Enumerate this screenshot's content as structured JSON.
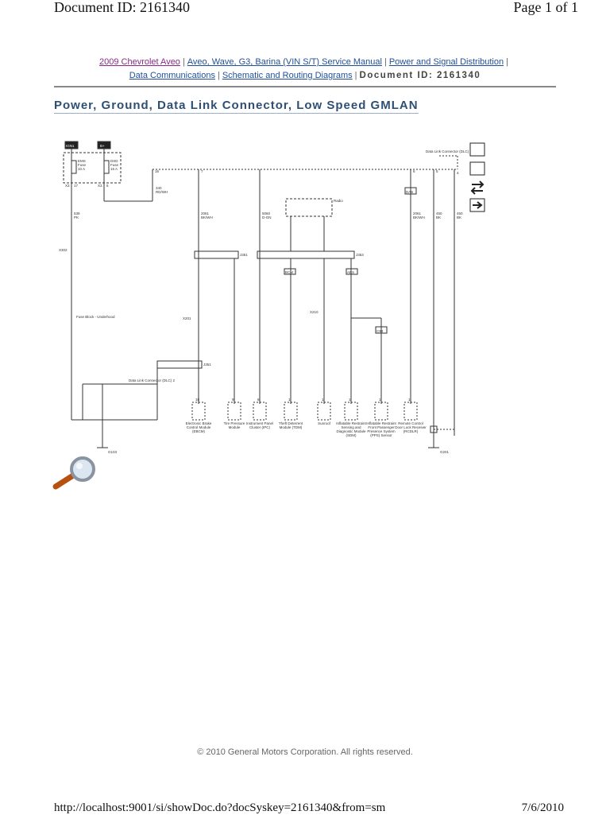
{
  "header": {
    "document_id": "Document ID: 2161340",
    "page": "Page 1 of 1"
  },
  "breadcrumb": {
    "items": [
      "2009 Chevrolet Aveo",
      "Aveo, Wave, G3, Barina (VIN S/T) Service Manual",
      "Power and Signal Distribution",
      "Data Communications",
      "Schematic and Routing Diagrams"
    ],
    "document_id": "Document ID: 2161340",
    "separator": "|"
  },
  "title": "Power, Ground, Data Link Connector, Low Speed GMLAN",
  "diagram": {
    "top_boxes": [
      "IGN1",
      "B+"
    ],
    "fuses": [
      {
        "name": "EMS",
        "line2": "Fuse",
        "rating": "10 A"
      },
      {
        "name": "DSD",
        "line2": "Fuse",
        "rating": "15 A"
      }
    ],
    "connector_labels": [
      "X3",
      "X3",
      "X3",
      "X3"
    ],
    "pin_labels": [
      "17",
      "6",
      "4",
      "11"
    ],
    "splice_labels": [
      "J351",
      "J353",
      "J351"
    ],
    "wires": [
      {
        "num": "539",
        "color": "PK"
      },
      {
        "num": "340",
        "color": "RD/WH"
      },
      {
        "num": "2061",
        "color": "BK/WH"
      },
      {
        "num": "5060",
        "color": "D-GN"
      },
      {
        "num": "2061",
        "color": "BK/WH"
      },
      {
        "num": "450",
        "color": "BK"
      },
      {
        "num": "450",
        "color": "BK"
      }
    ],
    "top_pins": [
      "16",
      "7",
      "6",
      "5",
      "4"
    ],
    "dlc_label": "Data Link Connector (DLC)",
    "radio_label": "Radio",
    "x302": "X302",
    "fuse_block": "Fuse Block - Underhood",
    "x201": "X201",
    "x210": "X210",
    "dlc2": "Data Link Connector (DLC) 2",
    "boxes": [
      "BCM",
      "ABS",
      "C93",
      "DAS"
    ],
    "ground_labels": [
      "G103",
      "G201"
    ],
    "modules": [
      "Electronic Brake Control Module (EBCM)",
      "Tire Pressure Module",
      "Instrument Panel Cluster (IPC)",
      "Theft Deterrent Module (TDM)",
      "Sunroof",
      "Inflatable Restraint Sensing and Diagnostic Module (SDM)",
      "Inflatable Restraint Front Passenger Presence System (PPS) Sensor",
      "Remote Control Door Lock Receiver (RCDLR)"
    ],
    "module_pins": [
      "18",
      "9",
      "6",
      "1",
      "1",
      "1",
      "1",
      "1"
    ],
    "side_icons": [
      "loc-icon",
      "schematic-icon",
      "nav-icon",
      "arrow-right-icon"
    ]
  },
  "footer": {
    "copyright": "© 2010 General Motors Corporation.  All rights reserved.",
    "url": "http://localhost:9001/si/showDoc.do?docSyskey=2161340&from=sm",
    "date": "7/6/2010"
  }
}
